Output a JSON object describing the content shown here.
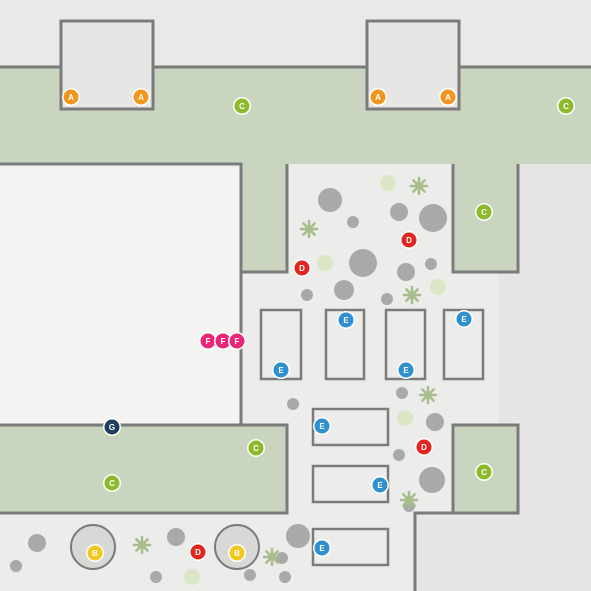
{
  "colors": {
    "background": "#e9e9e7",
    "floor": "#f3f3f2",
    "plaza": "#ececea",
    "green_zone": "#c9d5bf",
    "building": "#e6e6e4",
    "outline": "#7b7b7b",
    "tree_dark": "#a9a9a9",
    "tree_light": "#dbe6c4",
    "shrub": "#a8bd8c",
    "fountain": "#d8d8d6"
  },
  "legend_markers": {
    "A": {
      "letter": "A",
      "color": "#f0961e"
    },
    "B": {
      "letter": "B",
      "color": "#f2c81e"
    },
    "C": {
      "letter": "C",
      "color": "#8cba2b"
    },
    "D": {
      "letter": "D",
      "color": "#e0261f"
    },
    "E": {
      "letter": "E",
      "color": "#2e90cd"
    },
    "F": {
      "letter": "F",
      "color": "#e8277a"
    },
    "G": {
      "letter": "G",
      "color": "#1b3f5c"
    }
  }
}
